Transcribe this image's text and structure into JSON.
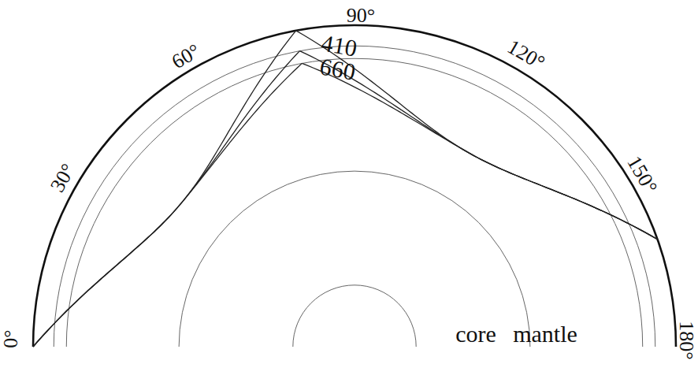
{
  "diagram": {
    "labels": [
      "0°",
      "30°",
      "60°",
      "90°",
      "120°",
      "150°",
      "180°",
      "410",
      "660",
      "core",
      "mantle"
    ]
  }
}
